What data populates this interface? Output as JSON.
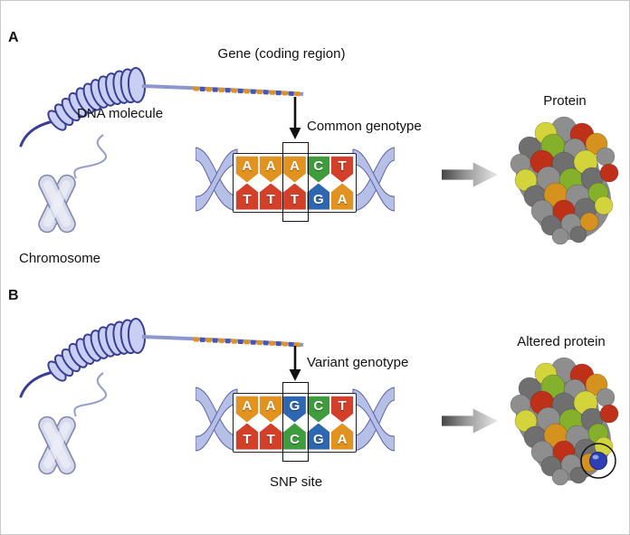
{
  "figure": {
    "panel_a": {
      "label": "A",
      "gene_label": "Gene (coding region)",
      "dna_molecule_label": "DNA molecule",
      "chromosome_label": "Chromosome",
      "genotype_label": "Common genotype",
      "protein_label": "Protein",
      "bases_top": [
        "A",
        "A",
        "A",
        "C",
        "T"
      ],
      "bases_bottom": [
        "T",
        "T",
        "T",
        "G",
        "A"
      ]
    },
    "panel_b": {
      "label": "B",
      "genotype_label": "Variant genotype",
      "snp_site_label": "SNP site",
      "protein_label": "Altered protein",
      "bases_top": [
        "A",
        "A",
        "G",
        "C",
        "T"
      ],
      "bases_bottom": [
        "T",
        "T",
        "C",
        "G",
        "A"
      ]
    }
  },
  "base_colors": {
    "A": "#E2921E",
    "T": "#D3402A",
    "G": "#2E67B1",
    "C": "#3E9C3C"
  }
}
